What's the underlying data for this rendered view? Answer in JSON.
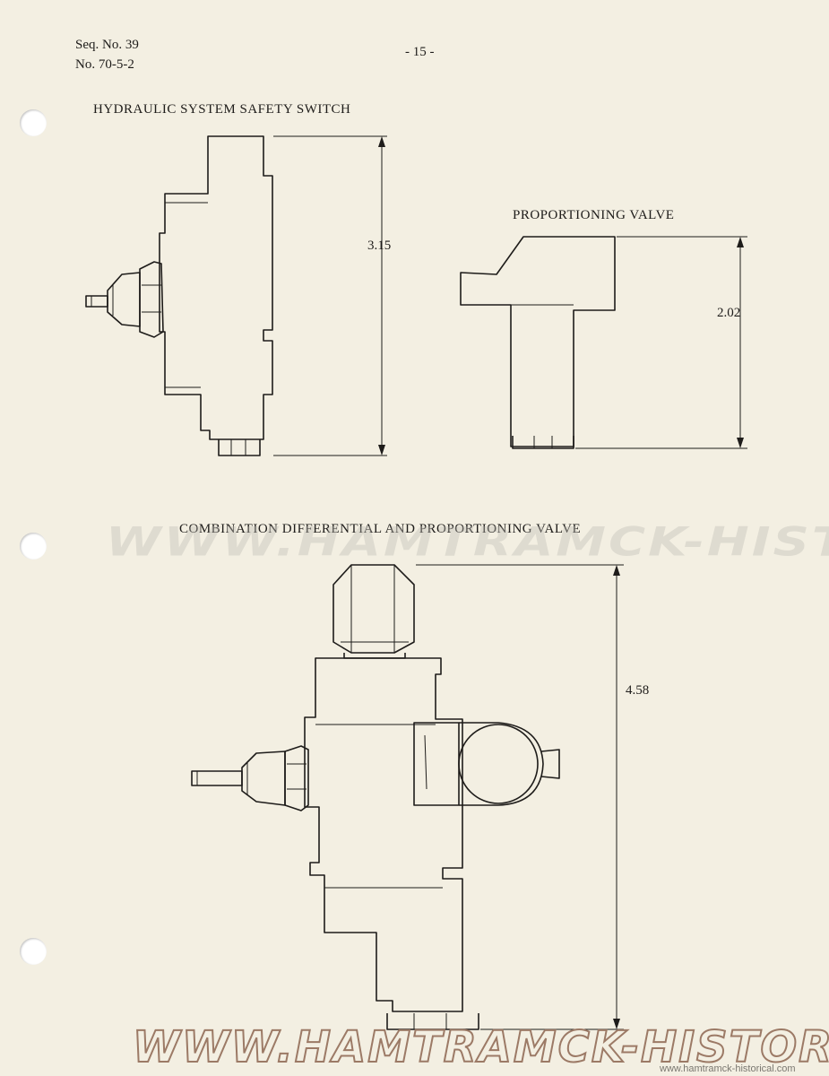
{
  "header": {
    "seq_no": "Seq. No. 39",
    "doc_no": "No. 70-5-2",
    "page_number": "- 15 -"
  },
  "figures": {
    "safety_switch": {
      "title": "HYDRAULIC SYSTEM SAFETY SWITCH",
      "dimension": "3.15"
    },
    "proportioning_valve": {
      "title": "PROPORTIONING VALVE",
      "dimension": "2.02"
    },
    "combination_valve": {
      "title": "COMBINATION DIFFERENTIAL AND PROPORTIONING VALVE",
      "dimension": "4.58"
    }
  },
  "watermark": {
    "text": "WWW.HAMTRAMCK-HISTORICAL.COM",
    "small_text": "www.hamtramck-historical.com"
  }
}
